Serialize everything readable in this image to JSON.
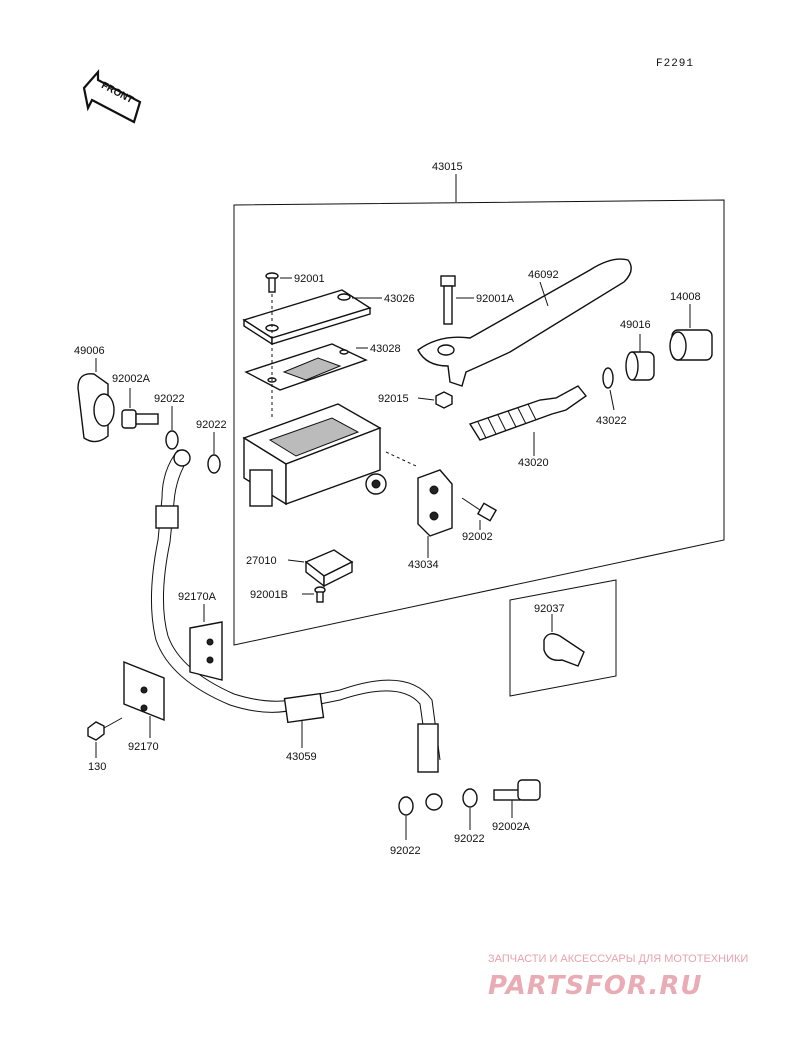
{
  "diagram_code": "F2291",
  "front_label": "FRONT",
  "labels": {
    "p43015": "43015",
    "p92001": "92001",
    "p43026": "43026",
    "p92001A": "92001A",
    "p46092": "46092",
    "p14008": "14008",
    "p43028": "43028",
    "p49016": "49016",
    "p49006": "49006",
    "p92002A_top": "92002A",
    "p92022_a": "92022",
    "p92022_b": "92022",
    "p92015": "92015",
    "p43022": "43022",
    "p43020": "43020",
    "p92002": "92002",
    "p43034": "43034",
    "p27010": "27010",
    "p92001B": "92001B",
    "p92170A": "92170A",
    "p92037": "92037",
    "p130": "130",
    "p92170": "92170",
    "p43059": "43059",
    "p92022_c": "92022",
    "p92022_d": "92022",
    "p92002A_bot": "92002A"
  },
  "watermark": {
    "tagline": "ЗАПЧАСТИ И АКСЕССУАРЫ ДЛЯ МОТОТЕХНИКИ",
    "brand": "PARTSFOR.RU",
    "color": "#e9acb4"
  }
}
